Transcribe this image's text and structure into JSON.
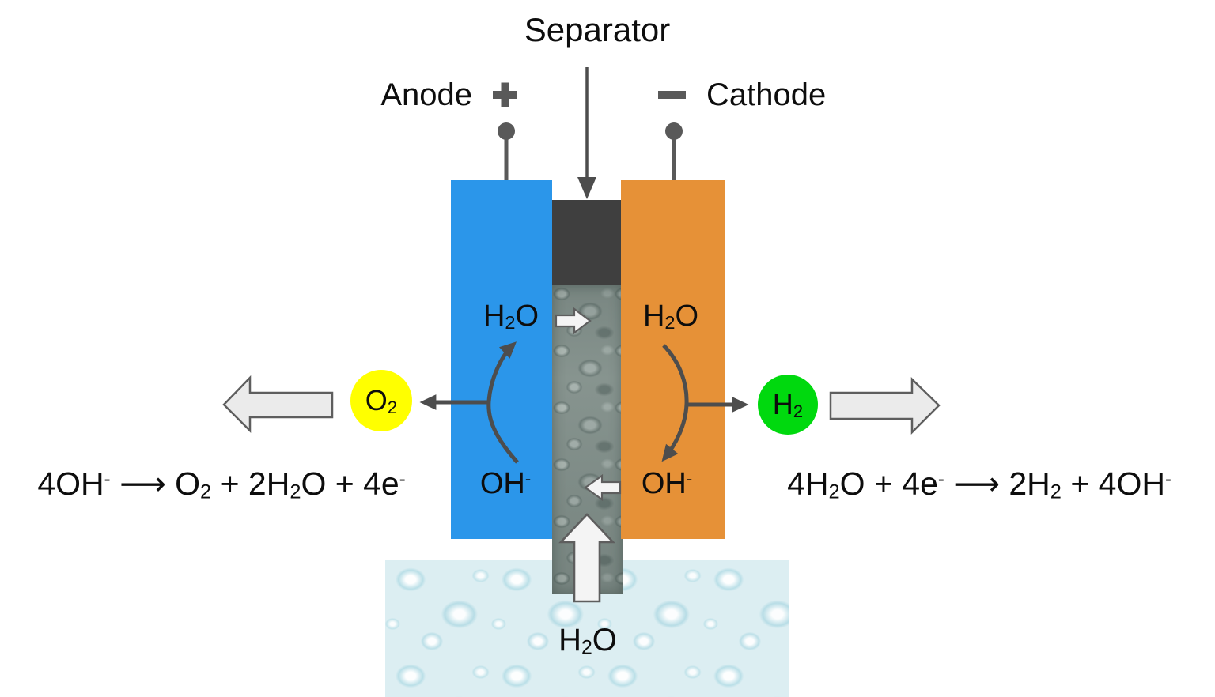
{
  "header": {
    "separator_title": "Separator",
    "anode_label": "Anode",
    "cathode_label": "Cathode"
  },
  "cell": {
    "h2o_anode": "H_2O",
    "h2o_cathode": "H_2O",
    "oh_anode": "OH^-",
    "oh_cathode": "OH^-",
    "o2_product": "O_2",
    "h2_product": "H_2",
    "h2o_feed": "H_2O"
  },
  "equations": {
    "anode_half_reaction": "4OH^- ⟶ O_2 + 2H_2O + 4e^-",
    "cathode_half_reaction": "4H_2O + 4e^- ⟶ 2H_2 + 4OH^-"
  },
  "icons": {
    "anode_polarity": "plus-icon",
    "cathode_polarity": "minus-icon",
    "anode_terminal": "terminal-dot-icon",
    "cathode_terminal": "terminal-dot-icon",
    "separator_pointer": "down-arrow-icon",
    "o2_outflow": "block-arrow-left",
    "h2_outflow": "block-arrow-right",
    "h2o_feed_arrow": "block-arrow-up",
    "h2o_crossover_arrow": "small-arrow-right",
    "oh_crossover_arrow": "small-arrow-left"
  },
  "colors": {
    "anode_blue": "#2b96ea",
    "cathode_orange": "#e69137",
    "separator_dark": "#3f3f3f",
    "separator_gray": "#87948f",
    "o2_yellow": "#ffff00",
    "h2_green": "#00d90e",
    "line_gray": "#4d4d4d",
    "terminal_gray": "#595959",
    "block_arrow_fill": "#ebebeb",
    "block_arrow_stroke": "#5e5e5e",
    "small_arrow_fill": "#f4f4f4",
    "water_base": "#dceef2",
    "text_black": "#0d0d0d"
  }
}
